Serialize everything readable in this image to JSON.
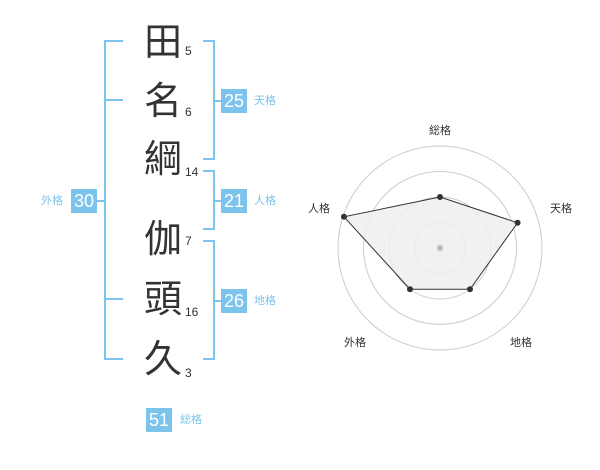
{
  "name": {
    "characters": [
      {
        "char": "田",
        "strokes": "5"
      },
      {
        "char": "名",
        "strokes": "6"
      },
      {
        "char": "綱",
        "strokes": "14"
      },
      {
        "char": "伽",
        "strokes": "7"
      },
      {
        "char": "頭",
        "strokes": "16"
      },
      {
        "char": "久",
        "strokes": "3"
      }
    ]
  },
  "scores": {
    "tenkaku": {
      "label": "天格",
      "value": "25"
    },
    "jinkaku": {
      "label": "人格",
      "value": "21"
    },
    "chikaku": {
      "label": "地格",
      "value": "26"
    },
    "gaikaku": {
      "label": "外格",
      "value": "30"
    },
    "soukaku": {
      "label": "総格",
      "value": "51"
    }
  },
  "radar": {
    "axis_labels": {
      "top": "総格",
      "right": "天格",
      "bottom_right": "地格",
      "bottom_left": "外格",
      "left": "人格"
    },
    "levels": {
      "soukaku": 0.5,
      "tenkaku": 0.8,
      "chikaku": 0.5,
      "gaikaku": 0.5,
      "jinkaku": 0.99
    },
    "colors": {
      "fill": "#eeeeee",
      "stroke": "#333333",
      "rings": "#cccccc"
    }
  },
  "colors": {
    "accent": "#7cc4ec",
    "text": "#333333"
  }
}
